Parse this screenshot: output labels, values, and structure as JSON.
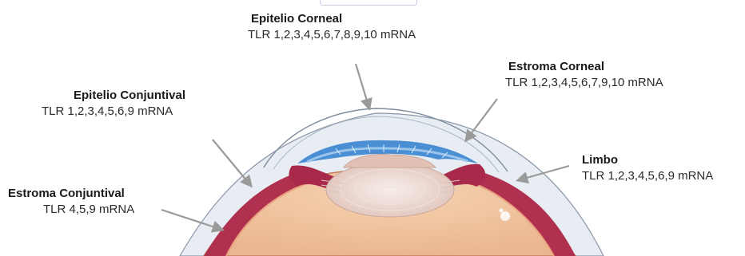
{
  "labels": {
    "epitelio_corneal": {
      "title": "Epitelio Corneal",
      "sub": "TLR 1,2,3,4,5,6,7,8,9,10 mRNA"
    },
    "estroma_corneal": {
      "title": "Estroma Corneal",
      "sub": "TLR 1,2,3,4,5,6,7,9,10 mRNA"
    },
    "epitelio_conjuntival": {
      "title": "Epitelio Conjuntival",
      "sub": "TLR 1,2,3,4,5,6,9 mRNA"
    },
    "limbo": {
      "title": "Limbo",
      "sub": "TLR 1,2,3,4,5,6,9 mRNA"
    },
    "estroma_conjuntival": {
      "title": "Estroma Conjuntival",
      "sub": "TLR 4,5,9 mRNA"
    }
  },
  "colors": {
    "arrow": "#9a9a9a",
    "sclera": "#e7ecf2",
    "cornea_blue": "#4a8fd4",
    "iris_red": "#a8294a",
    "lens": "#ead8d2",
    "vitreous": "#f1c9a6"
  }
}
